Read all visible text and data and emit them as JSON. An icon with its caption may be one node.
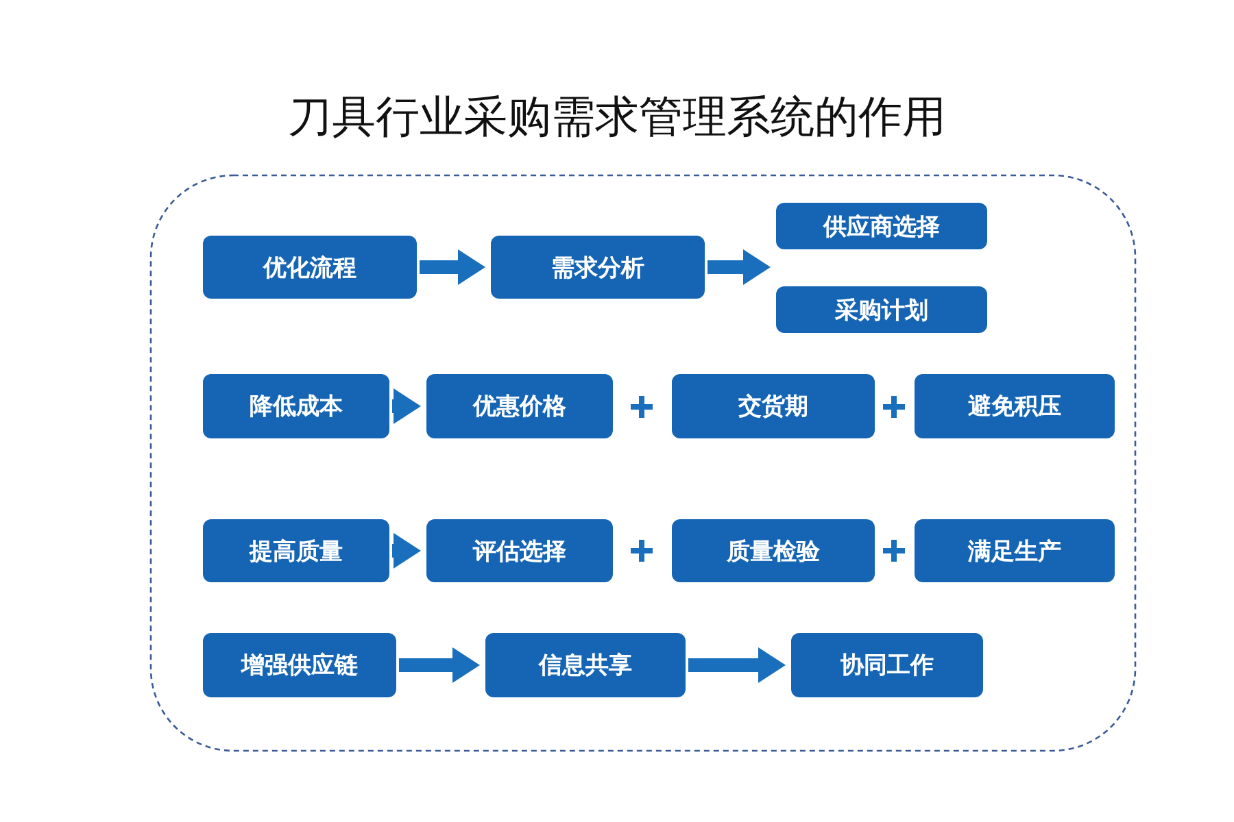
{
  "diagram": {
    "title": "刀具行业采购需求管理系统的作用",
    "nodes": [
      {
        "text": [
          "优化流程"
        ]
      },
      {
        "text": [
          "需求分析"
        ]
      },
      {
        "text": [
          "供应商选择"
        ]
      },
      {
        "text": [
          "采购计划"
        ]
      },
      {
        "text": [
          "降低成本"
        ]
      },
      {
        "text": [
          "优惠价格"
        ]
      },
      {
        "text": [
          "交货期"
        ]
      },
      {
        "text": [
          "避免积压"
        ]
      },
      {
        "text": [
          "提高质量"
        ]
      },
      {
        "text": [
          "评估选择"
        ]
      },
      {
        "text": [
          "质量检验"
        ]
      },
      {
        "text": [
          "满足生产"
        ]
      },
      {
        "text": [
          "增强供应链"
        ]
      },
      {
        "text": [
          "信息共享"
        ]
      },
      {
        "text": [
          "协同工作"
        ]
      }
    ],
    "edges": [
      {
        "from": 0,
        "to": 1,
        "arrow": "to"
      },
      {
        "from": 1,
        "to": 2,
        "arrow": "to"
      },
      {
        "from": 1,
        "to": 3,
        "arrow": "to"
      },
      {
        "from": 4,
        "to": 5,
        "arrow": "to"
      },
      {
        "from": 8,
        "to": 9,
        "arrow": "to"
      },
      {
        "from": 12,
        "to": 13,
        "arrow": "to"
      },
      {
        "from": 13,
        "to": 14,
        "arrow": "to"
      }
    ]
  }
}
